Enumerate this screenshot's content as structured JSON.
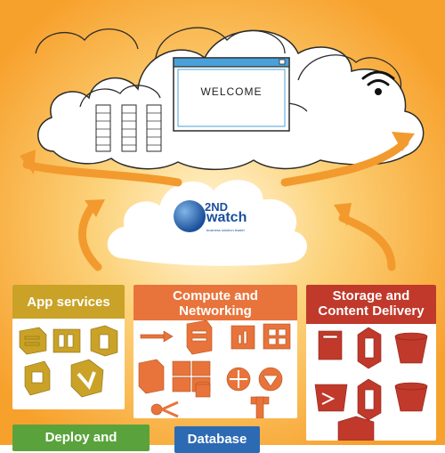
{
  "browser": {
    "welcome_text": "WELCOME"
  },
  "logo": {
    "main": "2ND",
    "sub": "watch",
    "tagline": "business solution leader"
  },
  "panels": [
    {
      "title": "App services",
      "color": "#c9a227"
    },
    {
      "title_line1": "Compute and",
      "title_line2": "Networking",
      "color": "#e8743b"
    },
    {
      "title_line1": "Storage and",
      "title_line2": "Content Delivery",
      "color": "#c0392b"
    },
    {
      "title_line1": "Deploy and",
      "color": "#5aa33c"
    },
    {
      "title": "Database",
      "color": "#2d6ab4"
    }
  ],
  "icons": {
    "app": [
      "gold-stack-icon",
      "gold-queue-icon",
      "gold-bracket-icon",
      "gold-lambda-icon",
      "gold-workflow-icon"
    ],
    "compute": [
      "orange-arrow-icon",
      "orange-ec2-icon",
      "orange-chart-icon",
      "orange-grid-icon",
      "orange-cluster-icon",
      "orange-cube-stack-icon",
      "orange-cylinder-icon",
      "orange-router-icon",
      "orange-elb-icon"
    ],
    "storage": [
      "red-door-icon",
      "red-s3-icon",
      "red-bucket-icon",
      "red-glacier-icon",
      "red-s3b-icon",
      "red-bucket2-icon",
      "red-cloudfront-icon"
    ]
  },
  "colors": {
    "background": "#f9a531",
    "arrow": "#f29a2e",
    "server_text": "#333333"
  }
}
